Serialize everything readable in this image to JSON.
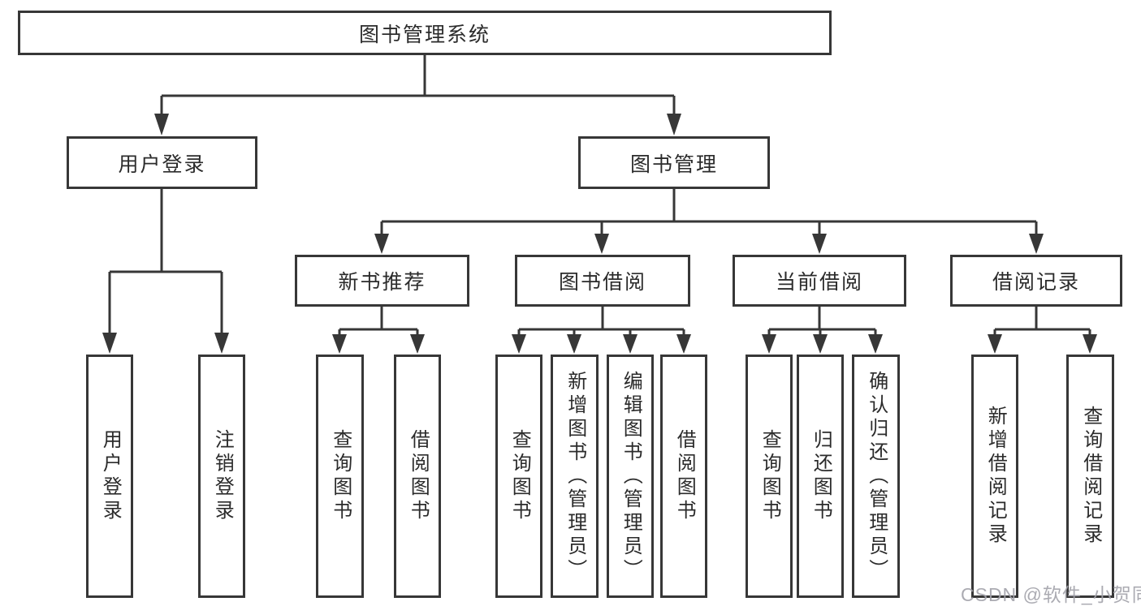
{
  "tree": {
    "root": "图书管理系统",
    "level2": [
      {
        "label": "用户登录",
        "children": [
          "用户登录",
          "注销登录"
        ]
      },
      {
        "label": "图书管理",
        "children": [
          {
            "label": "新书推荐",
            "children": [
              "查询图书",
              "借阅图书"
            ]
          },
          {
            "label": "图书借阅",
            "children": [
              "查询图书",
              "新增图书（管理员）",
              "编辑图书（管理员）",
              "借阅图书"
            ]
          },
          {
            "label": "当前借阅",
            "children": [
              "查询图书",
              "归还图书",
              "确认归还（管理员）"
            ]
          },
          {
            "label": "借阅记录",
            "children": [
              "新增借阅记录",
              "查询借阅记录"
            ]
          }
        ]
      }
    ]
  },
  "watermark": {
    "text": "CSDN @软件_小贺同学",
    "color": "#a2a2aa"
  },
  "colors": {
    "line": "#373737",
    "box_border": "#373737",
    "text": "#2b2b2b",
    "background": "#ffffff"
  }
}
